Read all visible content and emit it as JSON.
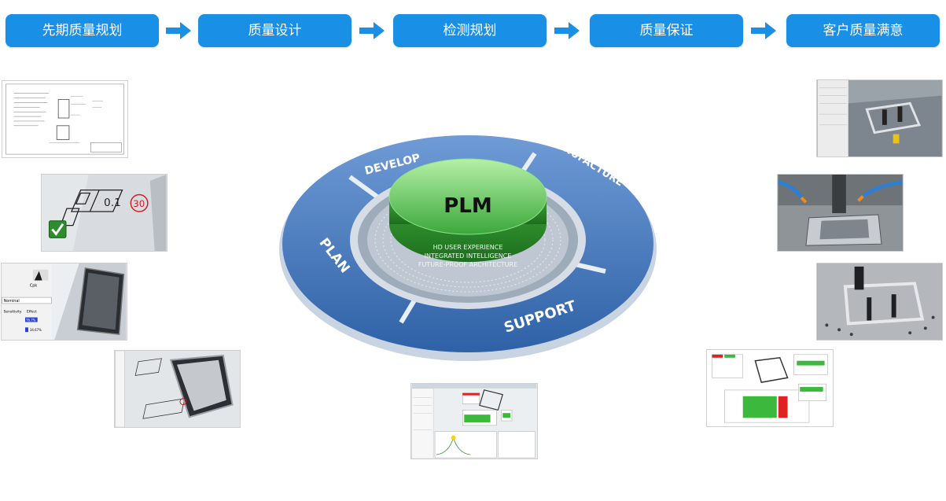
{
  "process_steps": [
    {
      "label": "先期质量规划"
    },
    {
      "label": "质量设计"
    },
    {
      "label": "检测规划"
    },
    {
      "label": "质量保证"
    },
    {
      "label": "客户质量满意"
    }
  ],
  "wheel": {
    "center": "PLM",
    "segments": [
      "DEVELOP",
      "MANUFACTURE",
      "SUPPORT",
      "PLAN"
    ],
    "inner_lines": [
      "HD USER EXPERIENCE",
      "INTEGRATED INTELLIGENCE",
      "FUTURE-PROOF ARCHITECTURE"
    ]
  },
  "thumbnails": {
    "gdt_callout": {
      "dim_value": "0.1",
      "balloon": "30"
    },
    "analysis": {
      "tab": "Nominal",
      "sel": "Cpk",
      "col1": "Sensitivity",
      "col2": "Effect",
      "row1": "76.7%",
      "row2": "34.67%"
    }
  },
  "colors": {
    "step_blue": "#1a8fe6",
    "wheel_blue": "#3a72b8",
    "plm_green": "#3da83a"
  }
}
